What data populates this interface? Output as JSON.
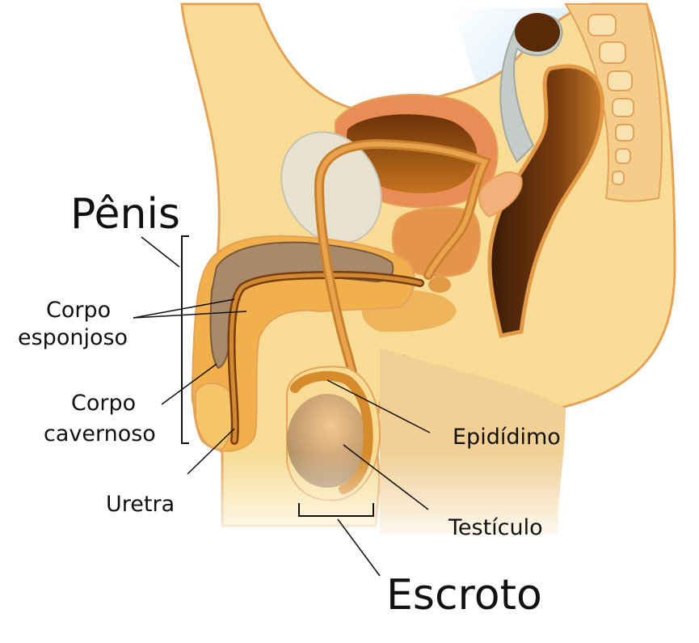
{
  "labels": {
    "penis": "Pênis",
    "corpo_esponjoso_1": "Corpo",
    "corpo_esponjoso_2": "esponjoso",
    "corpo_cavernoso_1": "Corpo",
    "corpo_cavernoso_2": "cavernoso",
    "uretra": "Uretra",
    "epididimo": "Epidídimo",
    "testiculo": "Testículo",
    "escroto": "Escroto"
  },
  "colors": {
    "skin": "#f8dc95",
    "outline": "#e3a257",
    "orange": "#e8a748",
    "bladder": "#ea8c55",
    "dark_brown": "#5a2a08",
    "pubic_bone": "#e7e1cf",
    "blue_cavity": "#bcdcf0",
    "testis": "#d9b382"
  }
}
